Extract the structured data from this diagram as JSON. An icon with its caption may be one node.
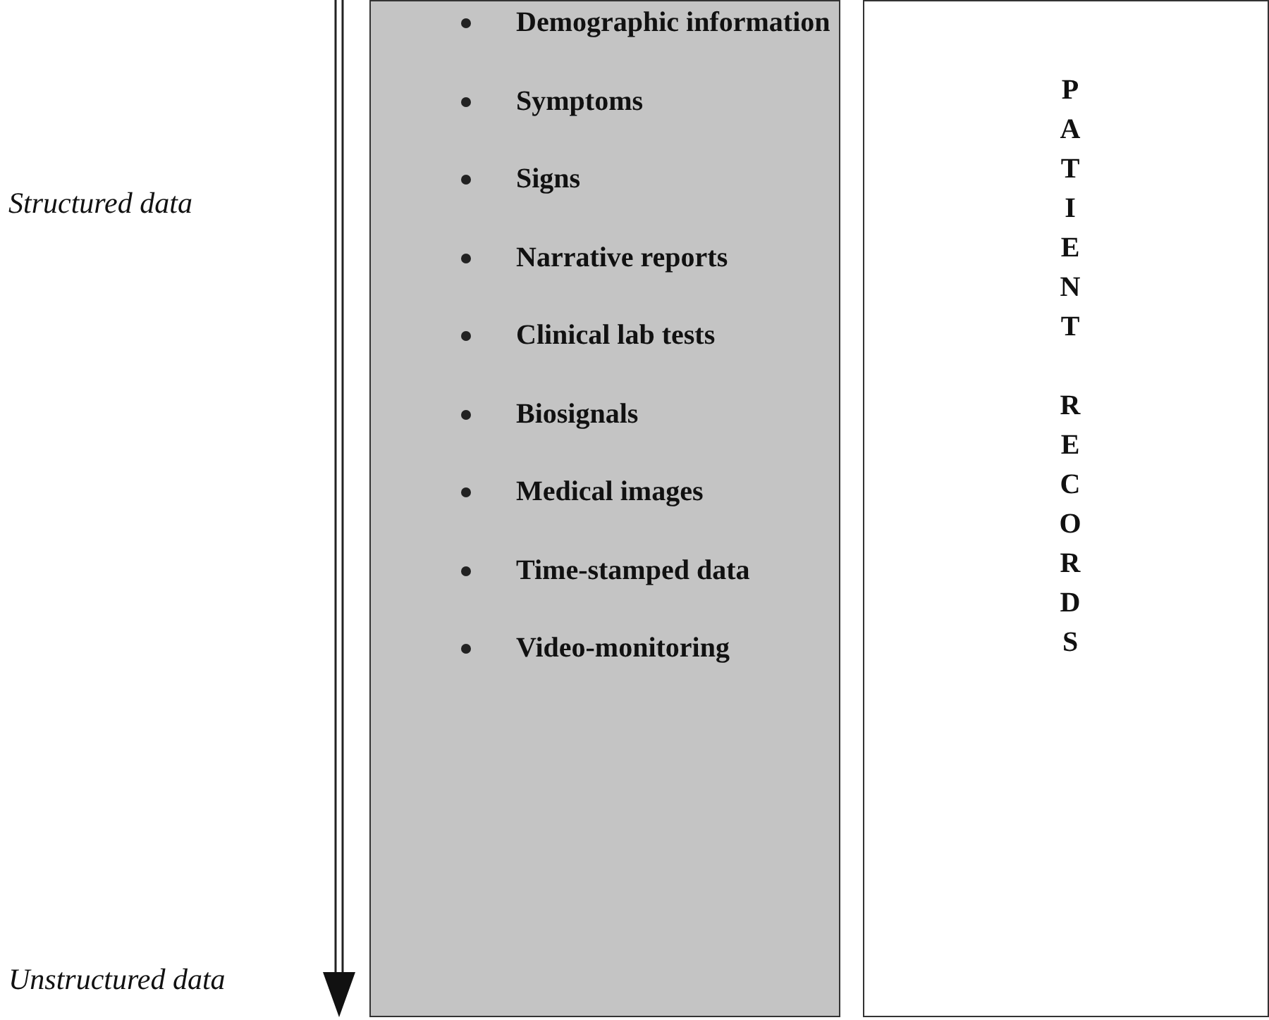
{
  "diagram": {
    "nodes": [
      {
        "text": [
          "Demographic information",
          "Symptoms",
          "Signs",
          "Narrative reports",
          "Clinical lab tests",
          "Biosignals",
          "Medical images",
          "Time-stamped data",
          "Video-monitoring"
        ]
      },
      {
        "text": [
          "PATIENT RECORDS"
        ]
      }
    ],
    "labels": [
      "Structured data",
      "Unstructured data"
    ]
  }
}
